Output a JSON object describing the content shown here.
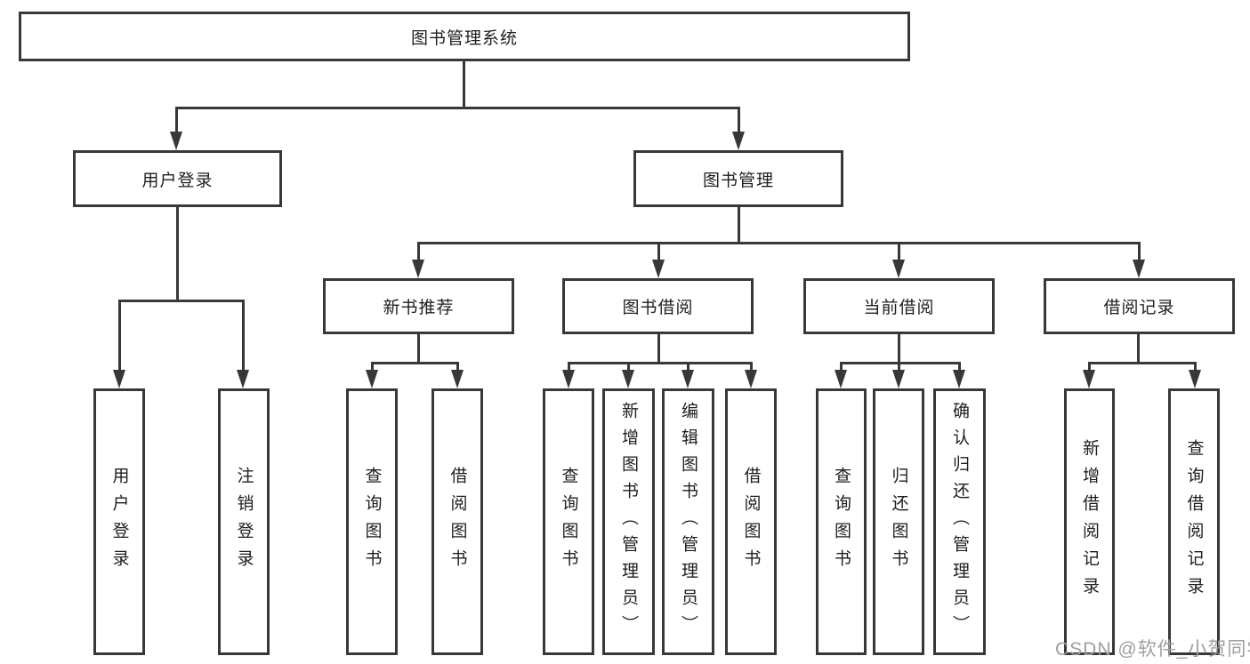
{
  "title": {
    "label": "图书管理系统"
  },
  "level2": {
    "user_login": {
      "label": "用户登录"
    },
    "book_mgmt": {
      "label": "图书管理"
    }
  },
  "level3": {
    "new_books": {
      "label": "新书推荐"
    },
    "borrow": {
      "label": "图书借阅"
    },
    "current": {
      "label": "当前借阅"
    },
    "records": {
      "label": "借阅记录"
    }
  },
  "leaves": {
    "user_login": {
      "label": "用户登录"
    },
    "logout": {
      "label": "注销登录"
    },
    "nb_query": {
      "label": "查询图书"
    },
    "nb_borrow": {
      "label": "借阅图书"
    },
    "bb_query": {
      "label": "查询图书"
    },
    "bb_add": {
      "label": "新增图书（管理员）"
    },
    "bb_edit": {
      "label": "编辑图书（管理员）"
    },
    "bb_borrow": {
      "label": "借阅图书"
    },
    "cb_query": {
      "label": "查询图书"
    },
    "cb_return": {
      "label": "归还图书"
    },
    "cb_confirm": {
      "label": "确认归还（管理员）"
    },
    "br_add": {
      "label": "新增借阅记录"
    },
    "br_query": {
      "label": "查询借阅记录"
    }
  },
  "watermark": {
    "text": "CSDN @软件_小贺同学"
  },
  "colors": {
    "line": "#383838",
    "text": "#1e1e1e",
    "watermark": "#9f9f9f",
    "background": "#ffffff"
  }
}
